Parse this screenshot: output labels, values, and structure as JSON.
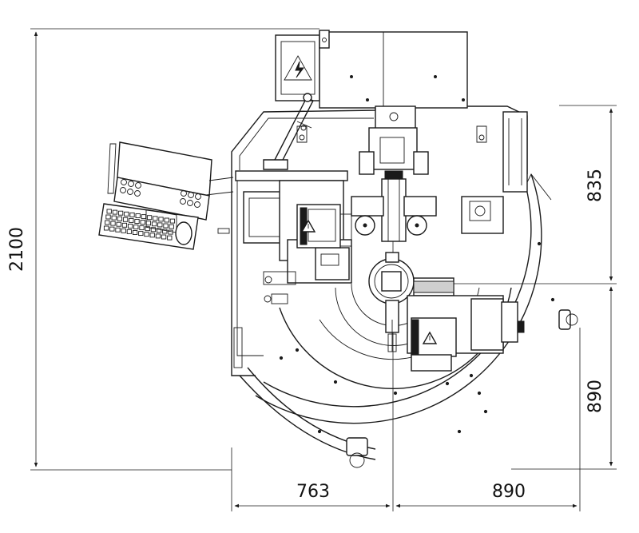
{
  "dimensions": {
    "total_height": "2100",
    "upper_right": "835",
    "lower_right": "890",
    "bottom_left": "763",
    "bottom_right": "890"
  },
  "colors": {
    "line": "#1a1a1a",
    "background": "#ffffff"
  },
  "icons": [
    "high-voltage-warning-icon",
    "warning-triangle-icon"
  ]
}
